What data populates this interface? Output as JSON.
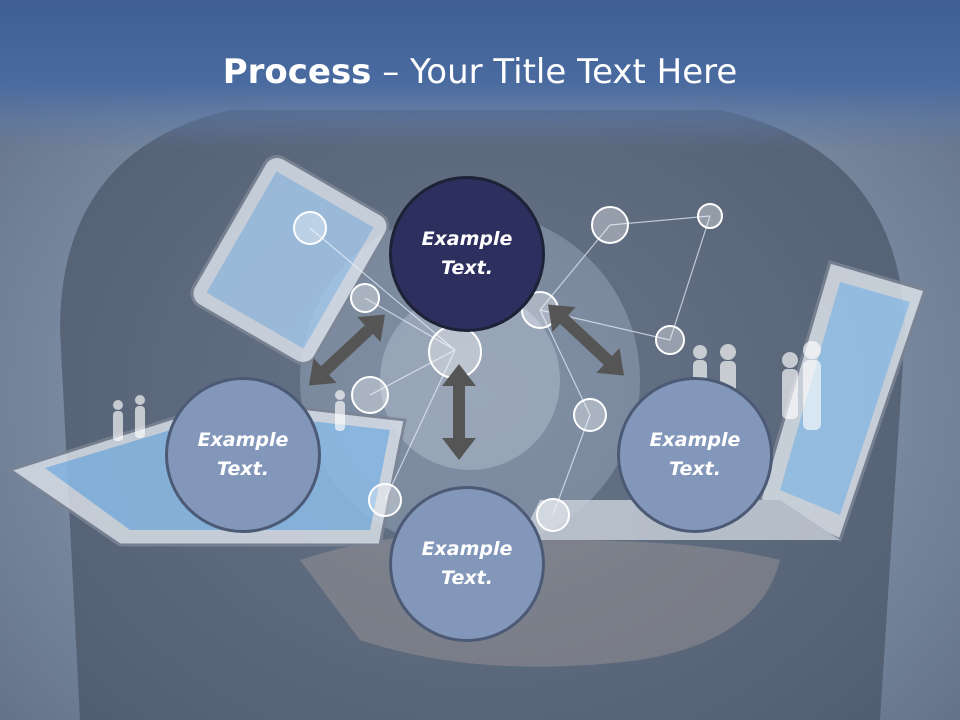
{
  "title": {
    "bold": "Process",
    "rest": " – Your Title Text Here"
  },
  "circles": {
    "top": {
      "line1": "Example",
      "line2": "Text."
    },
    "left": {
      "line1": "Example",
      "line2": "Text."
    },
    "right": {
      "line1": "Example",
      "line2": "Text."
    },
    "bottom": {
      "line1": "Example",
      "line2": "Text."
    }
  },
  "colors": {
    "title_band": "#4a6ba0",
    "main_circle": "#2d2f5e",
    "side_circle": "#8397ba",
    "arrow": "#555555"
  }
}
